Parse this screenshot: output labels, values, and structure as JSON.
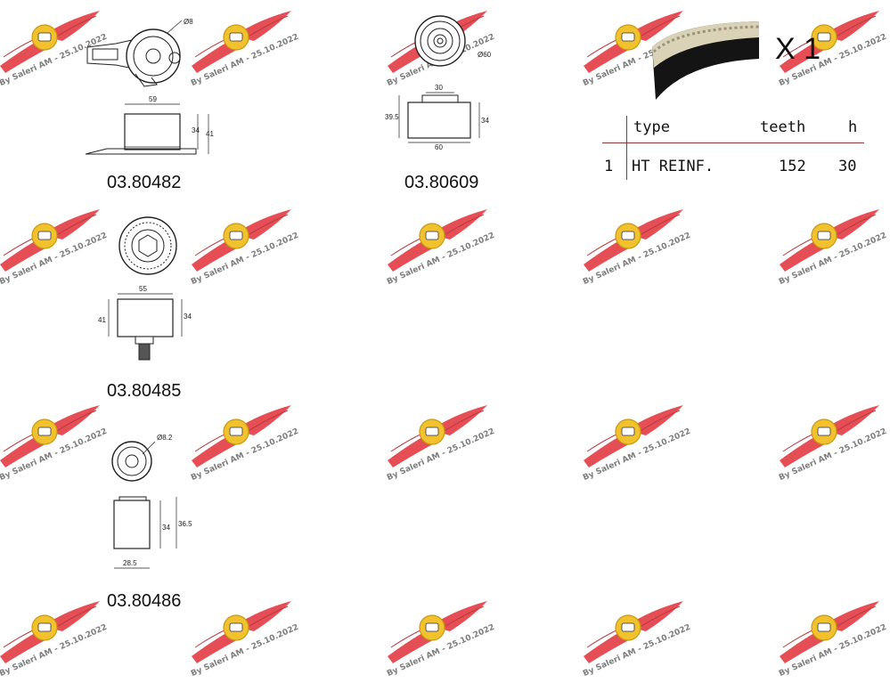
{
  "watermark": {
    "text": "By Saleri AM - 25.10.2022",
    "wing_color": "#e64e55",
    "badge_color": "#f2c12e"
  },
  "parts": [
    {
      "code": "03.80482",
      "dims": {
        "diameter": "Ø8",
        "width": "59",
        "height_inner": "34",
        "height_outer": "41"
      }
    },
    {
      "code": "03.80609",
      "dims": {
        "diameter": "Ø60",
        "width_top": "30",
        "width_bottom": "60",
        "height_left": "39.5",
        "height_right": "34"
      }
    },
    {
      "code": "03.80485",
      "dims": {
        "width": "55",
        "height_left": "41",
        "height_right": "34"
      }
    },
    {
      "code": "03.80486",
      "dims": {
        "diameter": "Ø8.2",
        "width": "28.5",
        "height_inner": "34",
        "height_outer": "36.5"
      }
    }
  ],
  "belt": {
    "quantity": "X 1",
    "table": {
      "headers": [
        "type",
        "teeth",
        "h"
      ],
      "rows": [
        {
          "index": "1",
          "type": "HT REINF.",
          "teeth": "152",
          "h": "30"
        }
      ]
    }
  }
}
